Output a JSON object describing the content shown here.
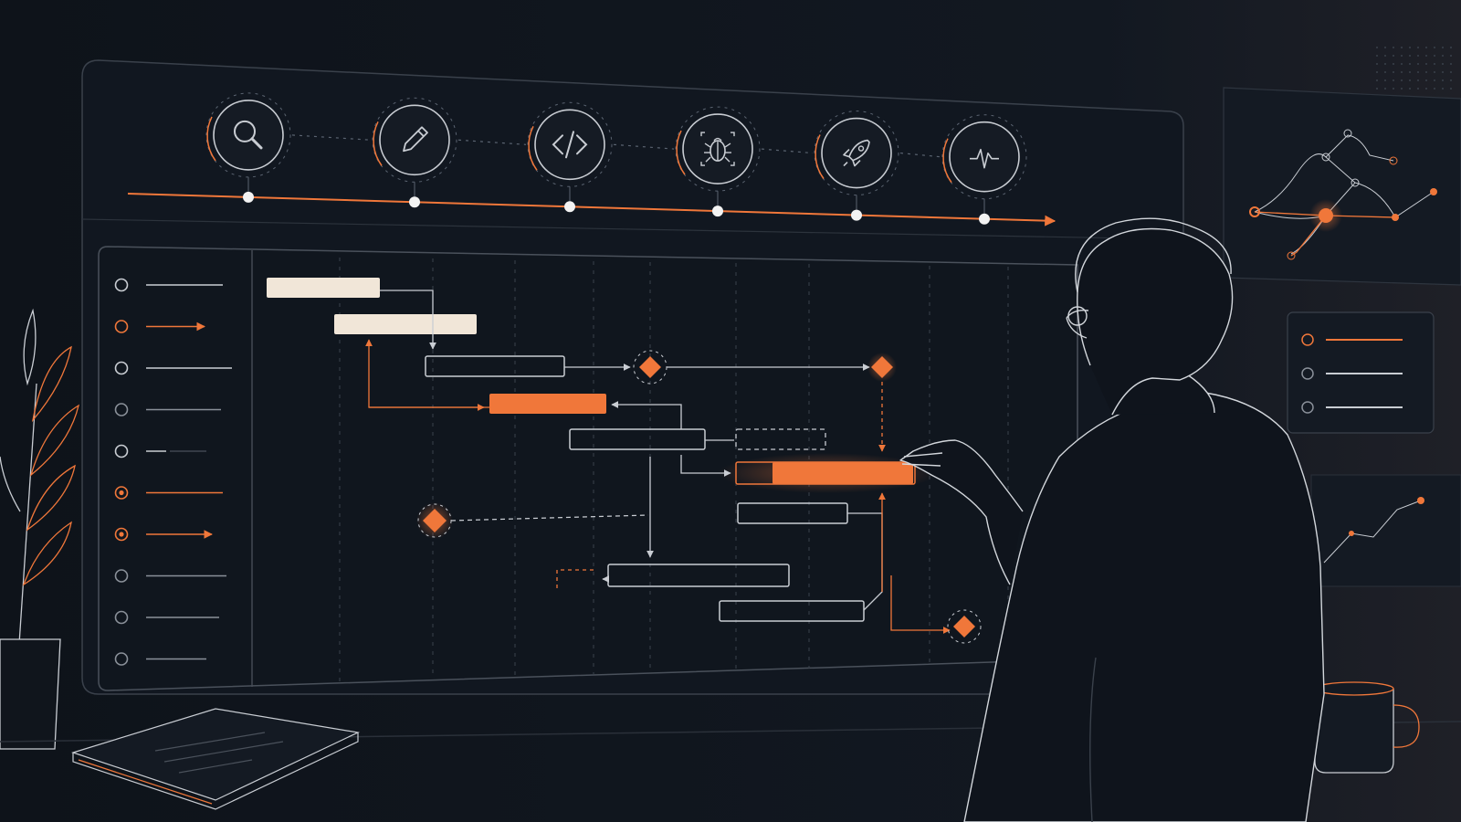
{
  "colors": {
    "background": "#0f141c",
    "panel": "#121821",
    "line": "#c9cdd3",
    "line_dim": "#5a6370",
    "accent": "#f0773a",
    "cream": "#f1e6d8"
  },
  "phases": [
    {
      "name": "research",
      "icon": "magnifier-icon"
    },
    {
      "name": "design",
      "icon": "pencil-icon"
    },
    {
      "name": "develop",
      "icon": "code-brackets-icon"
    },
    {
      "name": "test",
      "icon": "bug-icon"
    },
    {
      "name": "launch",
      "icon": "rocket-icon"
    },
    {
      "name": "monitor",
      "icon": "pulse-icon"
    }
  ],
  "task_rows": [
    {
      "state": "done",
      "accent": false
    },
    {
      "state": "active",
      "accent": true
    },
    {
      "state": "done",
      "accent": false
    },
    {
      "state": "todo",
      "accent": false
    },
    {
      "state": "done",
      "accent": false
    },
    {
      "state": "active",
      "accent": true
    },
    {
      "state": "active",
      "accent": true
    },
    {
      "state": "todo",
      "accent": false
    },
    {
      "state": "todo",
      "accent": false
    },
    {
      "state": "todo",
      "accent": false
    }
  ],
  "side_checklist": [
    {
      "accent": true
    },
    {
      "accent": false
    },
    {
      "accent": false
    }
  ]
}
